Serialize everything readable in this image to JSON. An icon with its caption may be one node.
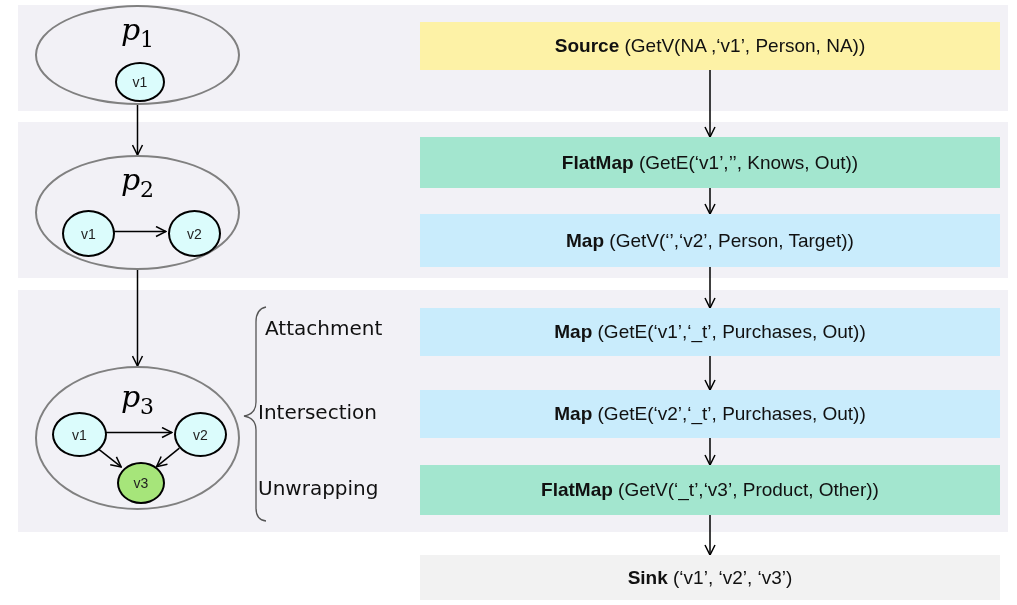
{
  "diagram": {
    "nodes": [
      {
        "text": [
          "p$_{1}$"
        ]
      },
      {
        "text": [
          "v1"
        ],
        "in": 0
      },
      {
        "text": [
          "p$_{2}$"
        ]
      },
      {
        "text": [
          "v1"
        ],
        "in": 2
      },
      {
        "text": [
          "v2"
        ],
        "in": 2
      },
      {
        "text": [
          "p$_{3}$"
        ]
      },
      {
        "text": [
          "v1"
        ],
        "in": 5
      },
      {
        "text": [
          "v2"
        ],
        "in": 5
      },
      {
        "text": [
          "v3"
        ],
        "in": 5
      },
      {
        "text": [
          "**Source** (GetV(NA ,‘v1’, Person, NA))"
        ]
      },
      {
        "text": [
          "**FlatMap** (GetE(‘v1’,’’, Knows, Out))"
        ]
      },
      {
        "text": [
          "**Map** (GetV(‘’,‘v2’, Person, Target))"
        ]
      },
      {
        "text": [
          "**Map** (GetE(‘v1’,‘_t’, Purchases, Out))"
        ]
      },
      {
        "text": [
          "**Map** (GetE(‘v2’,‘_t’, Purchases, Out))"
        ]
      },
      {
        "text": [
          "**FlatMap** (GetV(‘_t’,‘v3’, Product, Other))"
        ]
      },
      {
        "text": [
          "**Sink** (‘v1’, ‘v2’, ‘v3’)"
        ]
      }
    ],
    "edges": [
      {
        "from": 0,
        "to": 2,
        "arrow": "to"
      },
      {
        "from": 3,
        "to": 4,
        "arrow": "to"
      },
      {
        "from": 2,
        "to": 5,
        "arrow": "to"
      },
      {
        "from": 6,
        "to": 7,
        "arrow": "to"
      },
      {
        "from": 6,
        "to": 8,
        "arrow": "to"
      },
      {
        "from": 7,
        "to": 8,
        "arrow": "to"
      },
      {
        "from": 9,
        "to": 10,
        "arrow": "to"
      },
      {
        "from": 10,
        "to": 11,
        "arrow": "to"
      },
      {
        "from": 11,
        "to": 12,
        "arrow": "to"
      },
      {
        "from": 12,
        "to": 13,
        "arrow": "to"
      },
      {
        "from": 13,
        "to": 14,
        "arrow": "to"
      },
      {
        "from": 14,
        "to": 15,
        "arrow": "to"
      }
    ],
    "labels": [
      "Attachment",
      "Intersection",
      "Unwrapping"
    ]
  }
}
